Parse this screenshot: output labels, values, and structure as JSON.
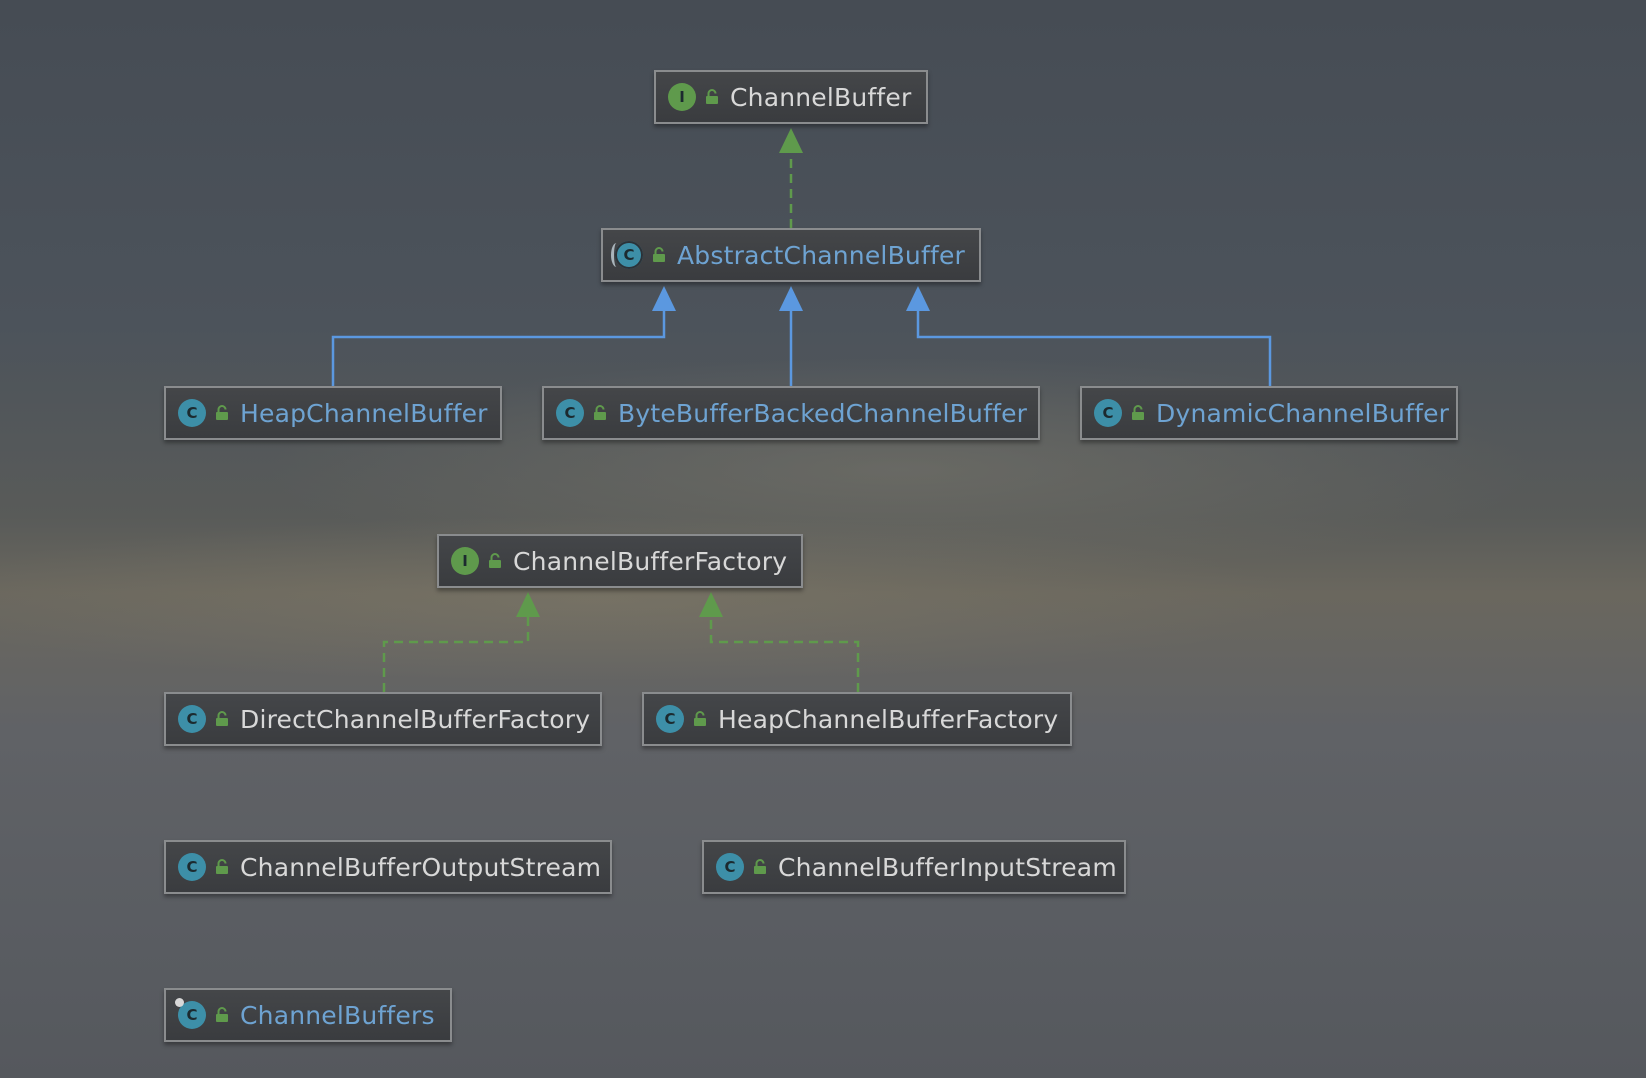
{
  "nodes": [
    {
      "name": "ChannelBuffer",
      "kind": "interface",
      "kind_letter": "I",
      "style": "plain"
    },
    {
      "name": "AbstractChannelBuffer",
      "kind": "abstract",
      "kind_letter": "C",
      "style": "link"
    },
    {
      "name": "HeapChannelBuffer",
      "kind": "class",
      "kind_letter": "C",
      "style": "link"
    },
    {
      "name": "ByteBufferBackedChannelBuffer",
      "kind": "class",
      "kind_letter": "C",
      "style": "link"
    },
    {
      "name": "DynamicChannelBuffer",
      "kind": "class",
      "kind_letter": "C",
      "style": "link"
    },
    {
      "name": "ChannelBufferFactory",
      "kind": "interface",
      "kind_letter": "I",
      "style": "plain"
    },
    {
      "name": "DirectChannelBufferFactory",
      "kind": "class",
      "kind_letter": "C",
      "style": "plain"
    },
    {
      "name": "HeapChannelBufferFactory",
      "kind": "class",
      "kind_letter": "C",
      "style": "plain"
    },
    {
      "name": "ChannelBufferOutputStream",
      "kind": "class",
      "kind_letter": "C",
      "style": "plain"
    },
    {
      "name": "ChannelBufferInputStream",
      "kind": "class",
      "kind_letter": "C",
      "style": "plain"
    },
    {
      "name": "ChannelBuffers",
      "kind": "final-class",
      "kind_letter": "C",
      "style": "link"
    }
  ],
  "relations": [
    {
      "from": "AbstractChannelBuffer",
      "to": "ChannelBuffer",
      "type": "implements"
    },
    {
      "from": "HeapChannelBuffer",
      "to": "AbstractChannelBuffer",
      "type": "extends"
    },
    {
      "from": "ByteBufferBackedChannelBuffer",
      "to": "AbstractChannelBuffer",
      "type": "extends"
    },
    {
      "from": "DynamicChannelBuffer",
      "to": "AbstractChannelBuffer",
      "type": "extends"
    },
    {
      "from": "DirectChannelBufferFactory",
      "to": "ChannelBufferFactory",
      "type": "implements"
    },
    {
      "from": "HeapChannelBufferFactory",
      "to": "ChannelBufferFactory",
      "type": "implements"
    }
  ],
  "colors": {
    "implements_edge": "#5f9a4c",
    "extends_edge": "#5b98e0",
    "interface_icon": "#5f9a4c",
    "class_icon": "#3d8fa8",
    "lock_icon": "#5f9a4c",
    "plain_label": "#d8d8d8",
    "link_label": "#6ea3d2"
  }
}
